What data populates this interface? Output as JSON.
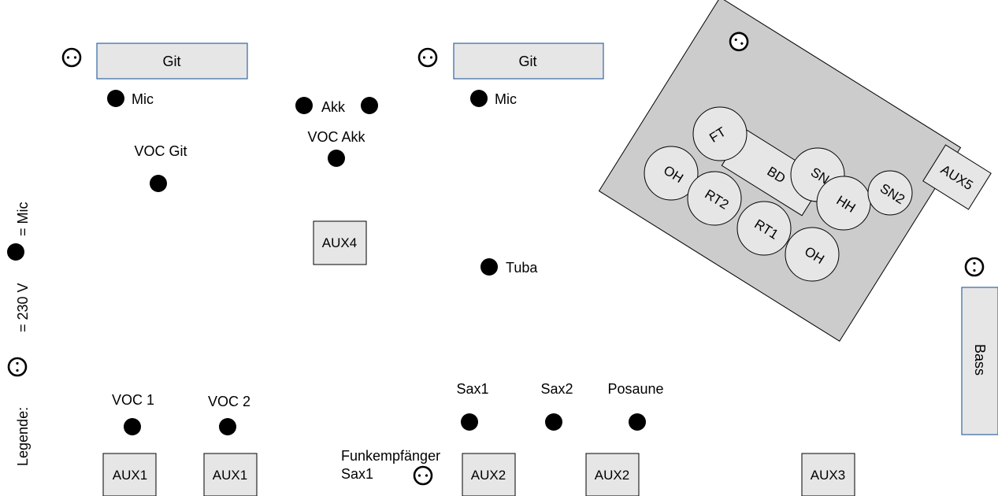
{
  "legend": {
    "title": "Legende:",
    "power_text": "= 230 V",
    "mic_text": "= Mic"
  },
  "guitar_left": {
    "amp_label": "Git",
    "mic_label": "Mic",
    "voc_label": "VOC Git"
  },
  "guitar_right": {
    "amp_label": "Git",
    "mic_label": "Mic"
  },
  "accordion": {
    "label": "Akk",
    "voc_label": "VOC Akk"
  },
  "tuba": {
    "label": "Tuba"
  },
  "aux": {
    "aux1a": "AUX1",
    "aux1b": "AUX1",
    "aux2a": "AUX2",
    "aux2b": "AUX2",
    "aux3": "AUX3",
    "aux4": "AUX4",
    "aux5": "AUX5"
  },
  "vocals": {
    "voc1": "VOC 1",
    "voc2": "VOC 2"
  },
  "horns": {
    "sax1": "Sax1",
    "sax2": "Sax2",
    "posaune": "Posaune"
  },
  "wireless": {
    "line1": "Funkempfänger",
    "line2": "Sax1"
  },
  "bass": {
    "label": "Bass"
  },
  "drums": {
    "bd": "BD",
    "ft": "FT",
    "oh_left": "OH",
    "rt2": "RT2",
    "rt1": "RT1",
    "sn": "SN",
    "hh": "HH",
    "sn2": "SN2",
    "oh_right": "OH"
  },
  "colors": {
    "amp_fill": "#e6e6e6",
    "amp_stroke": "#3465a4",
    "riser_fill": "#cccccc",
    "drum_fill": "#e6e6e6",
    "mic": "#000000"
  }
}
